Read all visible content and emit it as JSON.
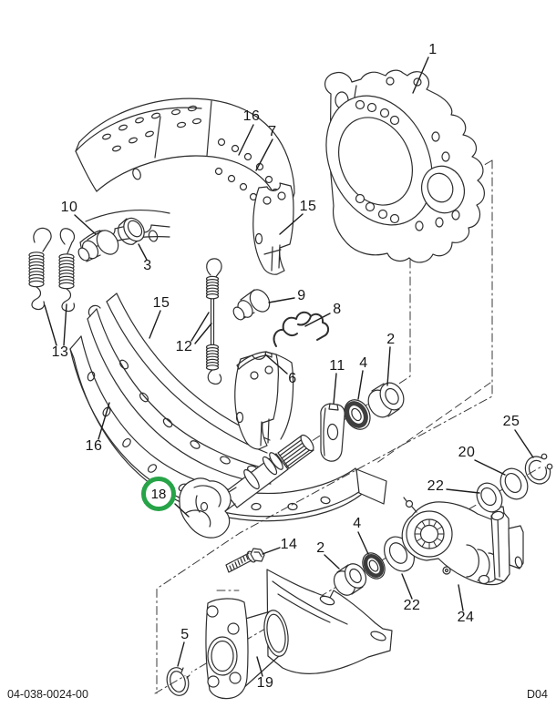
{
  "page": {
    "background_color": "#ffffff",
    "line_color": "#2e2e2e",
    "footer_left": "04-038-0024-00",
    "footer_right": "D04"
  },
  "highlight": {
    "color": "#27a348",
    "label": "18"
  },
  "callouts": [
    {
      "label": "1",
      "highlighted": false
    },
    {
      "label": "16",
      "highlighted": false
    },
    {
      "label": "7",
      "highlighted": false
    },
    {
      "label": "15",
      "highlighted": false
    },
    {
      "label": "10",
      "highlighted": false
    },
    {
      "label": "3",
      "highlighted": false
    },
    {
      "label": "13",
      "highlighted": false
    },
    {
      "label": "15",
      "highlighted": false
    },
    {
      "label": "12",
      "highlighted": false
    },
    {
      "label": "9",
      "highlighted": false
    },
    {
      "label": "8",
      "highlighted": false
    },
    {
      "label": "6",
      "highlighted": false
    },
    {
      "label": "16",
      "highlighted": false
    },
    {
      "label": "11",
      "highlighted": false
    },
    {
      "label": "4",
      "highlighted": false
    },
    {
      "label": "2",
      "highlighted": false
    },
    {
      "label": "18",
      "highlighted": true
    },
    {
      "label": "14",
      "highlighted": false
    },
    {
      "label": "2",
      "highlighted": false
    },
    {
      "label": "4",
      "highlighted": false
    },
    {
      "label": "22",
      "highlighted": false
    },
    {
      "label": "5",
      "highlighted": false
    },
    {
      "label": "19",
      "highlighted": false
    },
    {
      "label": "24",
      "highlighted": false
    },
    {
      "label": "22",
      "highlighted": false
    },
    {
      "label": "20",
      "highlighted": false
    },
    {
      "label": "25",
      "highlighted": false
    }
  ]
}
